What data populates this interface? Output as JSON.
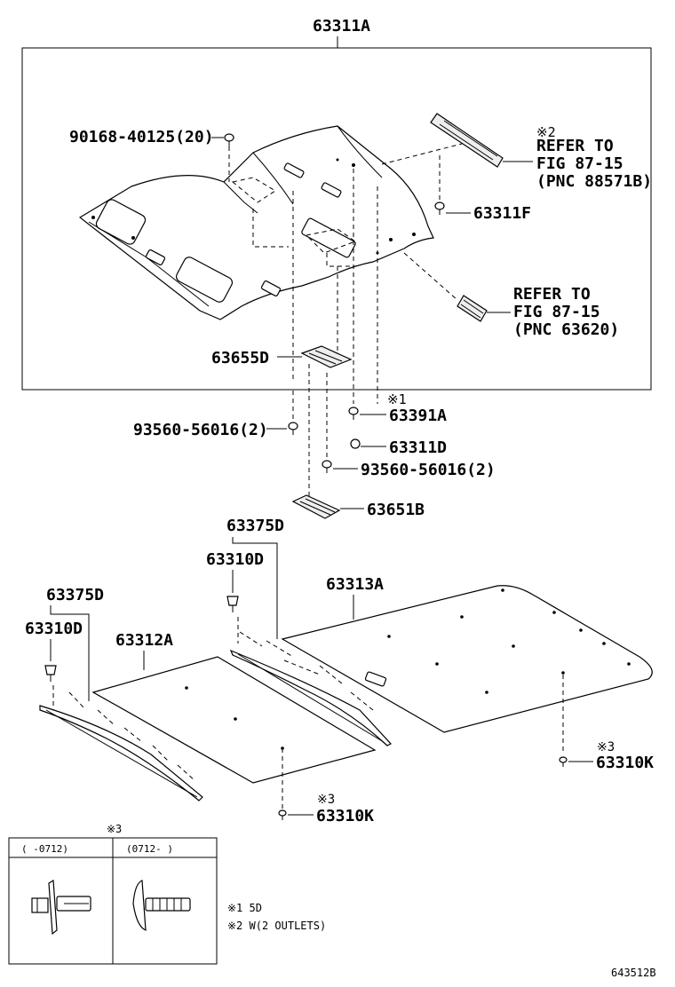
{
  "diagram": {
    "id_code": "643512B",
    "parts": {
      "headliner_assembly": "63311A",
      "headliner_clip": "90168-40125(20)",
      "bolt_63311F": "63311F",
      "vent_63655D": "63655D",
      "screw_left": "93560-56016(2)",
      "screw_right": "93560-56016(2)",
      "clip_63391A": "63391A",
      "clip_63311D": "63311D",
      "vent_63651B": "63651B",
      "weatherstrip_left": "63375D",
      "clip_left": "63310D",
      "weatherstrip_mid": "63375D",
      "clip_mid": "63310D",
      "panel_63312A": "63312A",
      "panel_63313A": "63313A",
      "clip_63310K_a": "63310K",
      "clip_63310K_b": "63310K"
    },
    "notes": {
      "ref1_mark": "※1",
      "ref2_mark": "※2",
      "ref3_mark_a": "※3",
      "ref3_mark_b": "※3",
      "ref2_line1": "REFER TO",
      "ref2_line2": "FIG 87-15",
      "ref2_line3": "(PNC 88571B)",
      "ref_b_line1": "REFER TO",
      "ref_b_line2": "FIG 87-15",
      "ref_b_line3": "(PNC 63620)"
    },
    "legend": {
      "title": "※3",
      "col1_header": "(    -0712)",
      "col2_header": "(0712-    )",
      "footnote1": "※1 5D",
      "footnote2": "※2 W(2 OUTLETS)"
    }
  }
}
